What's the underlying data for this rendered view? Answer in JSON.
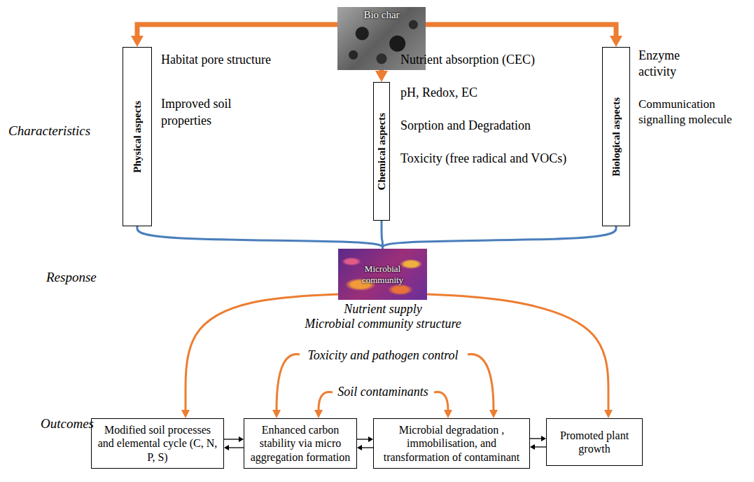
{
  "diagram": {
    "nodes": [
      {
        "text": [
          "Bio char"
        ]
      },
      {
        "text": [
          "Physical aspects"
        ]
      },
      {
        "text": [
          "Chemical aspects"
        ]
      },
      {
        "text": [
          "Biological aspects"
        ]
      },
      {
        "text": [
          "Microbial community"
        ]
      },
      {
        "text": [
          "Modified soil processes and elemental cycle (C, N, P, S)"
        ]
      },
      {
        "text": [
          "Enhanced carbon stability via micro aggregation formation"
        ]
      },
      {
        "text": [
          "Microbial degradation , immobilisation, and transformation of contaminant"
        ]
      },
      {
        "text": [
          "Promoted plant growth"
        ]
      }
    ],
    "edges": [
      {
        "from": 0,
        "to": 1,
        "arrow": "to"
      },
      {
        "from": 0,
        "to": 2,
        "arrow": "to"
      },
      {
        "from": 0,
        "to": 3,
        "arrow": "to"
      },
      {
        "from": 1,
        "to": 4,
        "arrow": "none"
      },
      {
        "from": 2,
        "to": 4,
        "arrow": "none"
      },
      {
        "from": 3,
        "to": 4,
        "arrow": "none"
      },
      {
        "from": 4,
        "to": 5,
        "arrow": "to"
      },
      {
        "from": 4,
        "to": 8,
        "arrow": "to"
      },
      {
        "from": 5,
        "to": 6,
        "arrow": "to"
      },
      {
        "from": 6,
        "to": 5,
        "arrow": "to"
      },
      {
        "from": 6,
        "to": 7,
        "arrow": "to"
      },
      {
        "from": 7,
        "to": 6,
        "arrow": "to"
      },
      {
        "from": 7,
        "to": 8,
        "arrow": "to"
      },
      {
        "from": 8,
        "to": 7,
        "arrow": "to"
      }
    ],
    "labels": [
      "Characteristics",
      "Response",
      "Outcomes",
      "Habitat pore structure",
      "Improved soil properties",
      "Nutrient absorption (CEC)",
      "pH, Redox, EC",
      "Sorption and Degradation",
      "Toxicity (free radical and VOCs)",
      "Enzyme activity",
      "Communication signalling molecule",
      "Nutrient supply",
      "Microbial community structure",
      "Toxicity and pathogen control",
      "Soil contaminants"
    ]
  }
}
